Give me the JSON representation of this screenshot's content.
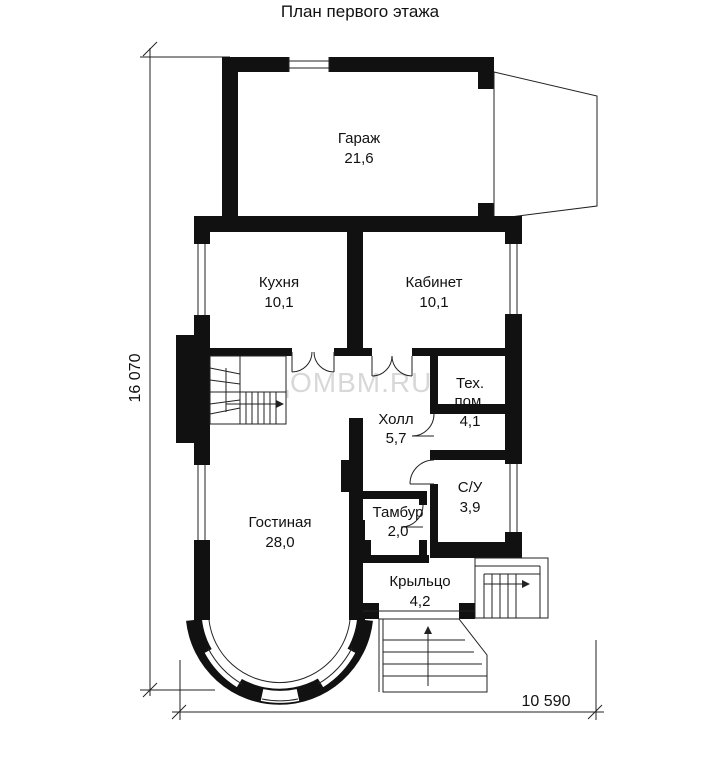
{
  "title": "План первого этажа",
  "watermark": "ДОМВМ.RU",
  "rooms": {
    "garage": {
      "name": "Гараж",
      "area": "21,6"
    },
    "kitchen": {
      "name": "Кухня",
      "area": "10,1"
    },
    "office": {
      "name": "Кабинет",
      "area": "10,1"
    },
    "tech": {
      "name1": "Тех.",
      "name2": "пом.",
      "area": "4,1"
    },
    "hall": {
      "name": "Холл",
      "area": "5,7"
    },
    "bathroom": {
      "name": "С/У",
      "area": "3,9"
    },
    "vestibule": {
      "name": "Тамбур",
      "area": "2,0"
    },
    "living": {
      "name": "Гостиная",
      "area": "28,0"
    },
    "porch": {
      "name": "Крыльцо",
      "area": "4,2"
    }
  },
  "dimensions": {
    "height": "16 070",
    "width": "10 590"
  }
}
